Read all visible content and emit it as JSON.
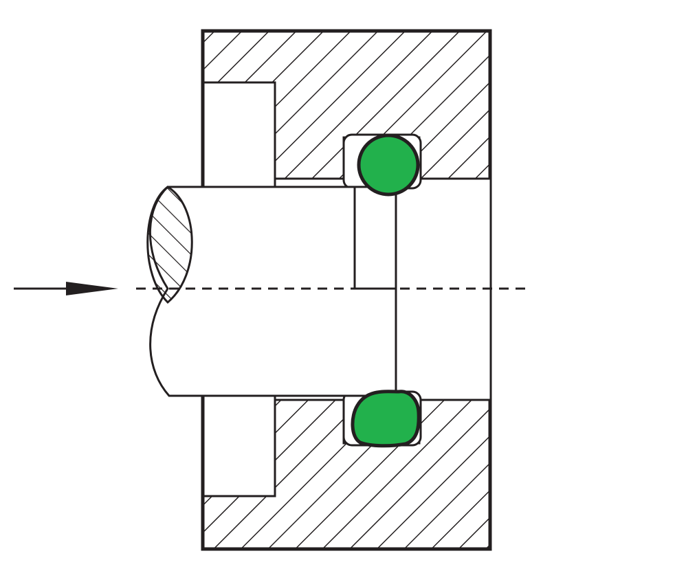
{
  "colors": {
    "line": "#231f20",
    "background": "#ffffff",
    "oring": "#22b14c"
  },
  "parts": {
    "housing": "hatched-housing",
    "shaft": "shaft-with-broken-end",
    "oring_top": "o-ring-round",
    "oring_bottom": "o-ring-deformed",
    "centerline": "dashed-axis",
    "arrow": "direction-arrow"
  },
  "text": []
}
